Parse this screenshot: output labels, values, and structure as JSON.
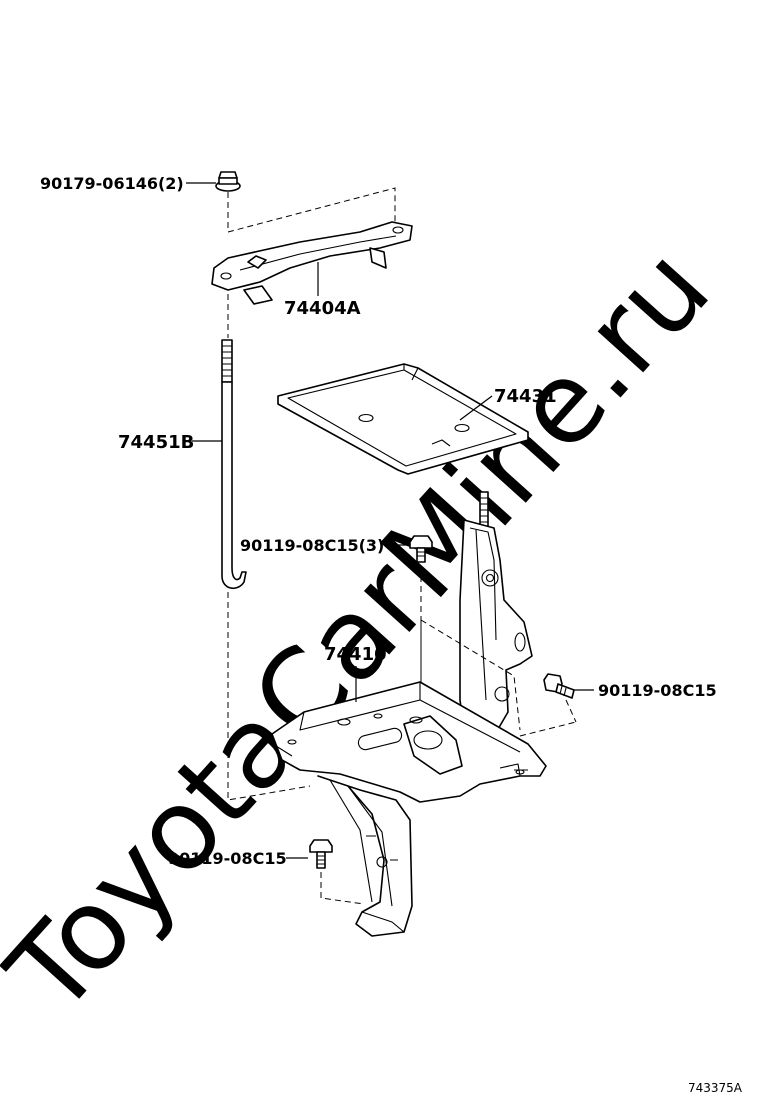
{
  "watermark": "ToyotaCarMine.ru",
  "figure_number": "743375A",
  "callouts": {
    "bolt_top": "90179-06146(2)",
    "clamp": "74404A",
    "tray": "74431",
    "rod": "74451B",
    "bolt_mid": "90119-08C15(3)",
    "carrier": "74410",
    "bolt_right": "90119-08C15",
    "bolt_bottom": "90119-08C15"
  }
}
